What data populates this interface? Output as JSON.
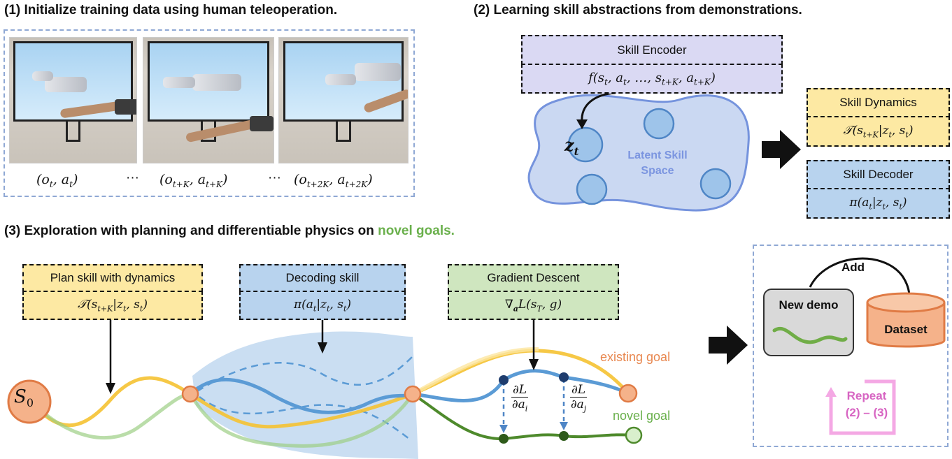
{
  "section1": {
    "title": "(1) Initialize training data using human teleoperation.",
    "captions": [
      "(o_t, a_t)",
      "(o_{t+K}, a_{t+K})",
      "(o_{t+2K}, a_{t+2K})"
    ],
    "ellipsis": "···"
  },
  "section2": {
    "title": "(2) Learning skill abstractions from demonstrations.",
    "encoder_label": "Skill Encoder",
    "encoder_formula": "f(s_t, a_t, …, s_{t+K}, a_{t+K})",
    "latent_label_line1": "Latent Skill",
    "latent_label_line2": "Space",
    "z_label": "z_t",
    "dynamics_label": "Skill Dynamics",
    "dynamics_formula": "𝒯(s_{t+K}|z_t, s_t)",
    "decoder_label": "Skill Decoder",
    "decoder_formula": "π(a_t|z_t, s_t)"
  },
  "section3": {
    "title_main": "(3) Exploration with planning and differentiable physics on ",
    "title_highlight": "novel goals.",
    "plan_label": "Plan skill with dynamics",
    "plan_formula": "𝒯(s_{t+K}|z_t, s_t)",
    "decoding_label": "Decoding skill",
    "decoding_formula": "π(a_t|z_t, s_t)",
    "gradient_label": "Gradient Descent",
    "gradient_formula": "∇_a L(s_T, g)",
    "start_label": "S_0",
    "existing_goal": "existing goal",
    "novel_goal": "novel goal",
    "grad_i": "∂L/∂a_i",
    "grad_j": "∂L/∂a_j"
  },
  "loop": {
    "new_demo": "New demo",
    "add": "Add",
    "dataset": "Dataset",
    "repeat_line1": "Repeat",
    "repeat_line2": "(2) – (3)"
  },
  "colors": {
    "frame_blue": "#8fa8d4",
    "purple_box": "#dad9f3",
    "yellow_box": "#fde9a3",
    "blue_box": "#b8d3ee",
    "green_box": "#cfe6bf",
    "traj_yellow": "#f5c232",
    "traj_blue": "#5b9bd5",
    "traj_green": "#70ad47",
    "orange": "#f0a070",
    "magenta": "#e070c8"
  }
}
